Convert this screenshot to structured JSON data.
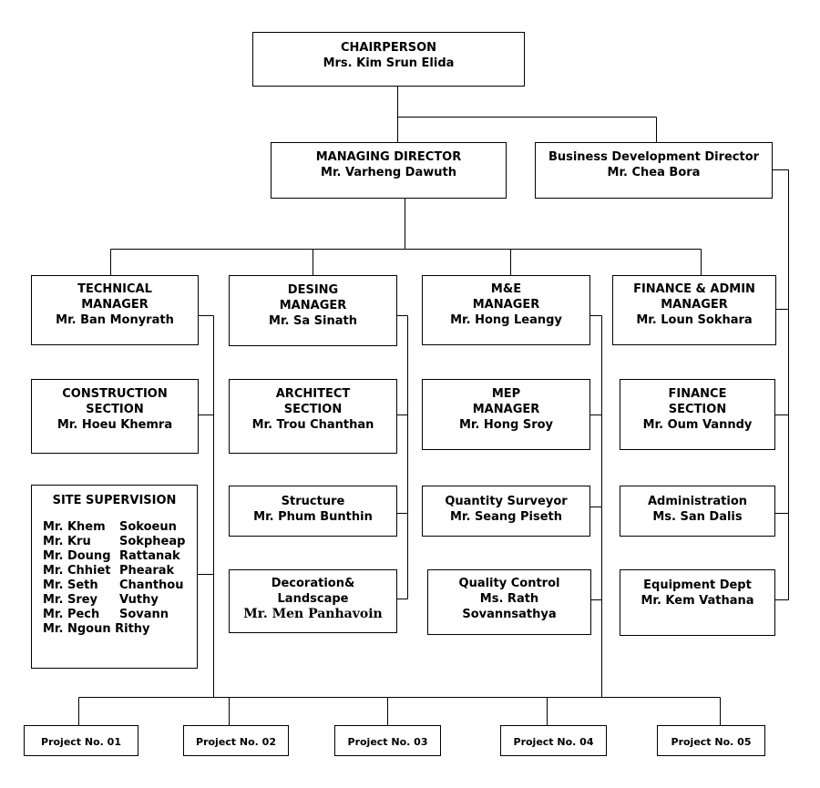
{
  "chairperson": {
    "lines": [
      "CHAIRPERSON",
      "Mrs. Kim Srun Elida"
    ]
  },
  "managing_director": {
    "lines": [
      "MANAGING DIRECTOR",
      "Mr. Varheng Dawuth"
    ]
  },
  "business_development_director": {
    "lines": [
      "Business Development Director",
      "Mr. Chea Bora"
    ]
  },
  "technical_manager": {
    "lines": [
      "TECHNICAL",
      "MANAGER",
      "Mr. Ban Monyrath"
    ]
  },
  "design_manager": {
    "lines": [
      "DESING",
      "MANAGER",
      "Mr. Sa Sinath"
    ]
  },
  "me_manager": {
    "lines": [
      "M&E",
      "MANAGER",
      "Mr. Hong Leangy"
    ]
  },
  "finance_admin_manager": {
    "lines": [
      "FINANCE & ADMIN",
      "MANAGER",
      "Mr. Loun Sokhara"
    ]
  },
  "construction_section": {
    "lines": [
      "CONSTRUCTION",
      "SECTION",
      "Mr. Hoeu Khemra"
    ]
  },
  "architect_section": {
    "lines": [
      "ARCHITECT",
      "SECTION",
      "Mr. Trou Chanthan"
    ]
  },
  "mep_manager": {
    "lines": [
      "MEP",
      "MANAGER",
      "Mr. Hong Sroy"
    ]
  },
  "finance_section": {
    "lines": [
      "FINANCE",
      "SECTION",
      "Mr. Oum Vanndy"
    ]
  },
  "structure": {
    "lines": [
      "Structure",
      "Mr. Phum Bunthin"
    ]
  },
  "quantity_surveyor": {
    "lines": [
      "Quantity Surveyor",
      "Mr. Seang Piseth"
    ]
  },
  "administration": {
    "lines": [
      "Administration",
      "Ms. San Dalis"
    ]
  },
  "decoration_landscape": {
    "lines": [
      "Decoration&",
      "Landscape",
      "Mr. Men Panhavoin"
    ]
  },
  "quality_control": {
    "lines": [
      "Quality Control",
      "Ms. Rath",
      "Sovannsathya"
    ]
  },
  "equipment_dept": {
    "lines": [
      "Equipment Dept",
      "Mr. Kem Vathana"
    ]
  },
  "site_supervision": {
    "title": "SITE SUPERVISION",
    "members": [
      {
        "first": "Mr. Khem",
        "last": "Sokoeun"
      },
      {
        "first": "Mr. Kru",
        "last": "Sokpheap"
      },
      {
        "first": "Mr. Doung",
        "last": "Rattanak"
      },
      {
        "first": "Mr. Chhiet",
        "last": "Phearak"
      },
      {
        "first": "Mr. Seth",
        "last": "Chanthou"
      },
      {
        "first": "Mr. Srey",
        "last": "Vuthy"
      },
      {
        "first": "Mr. Pech",
        "last": "Sovann"
      },
      {
        "first": "Mr. Ngoun Rithy",
        "last": ""
      }
    ]
  },
  "projects": [
    "Project No. 01",
    "Project No. 02",
    "Project No. 03",
    "Project No. 04",
    "Project No. 05"
  ]
}
